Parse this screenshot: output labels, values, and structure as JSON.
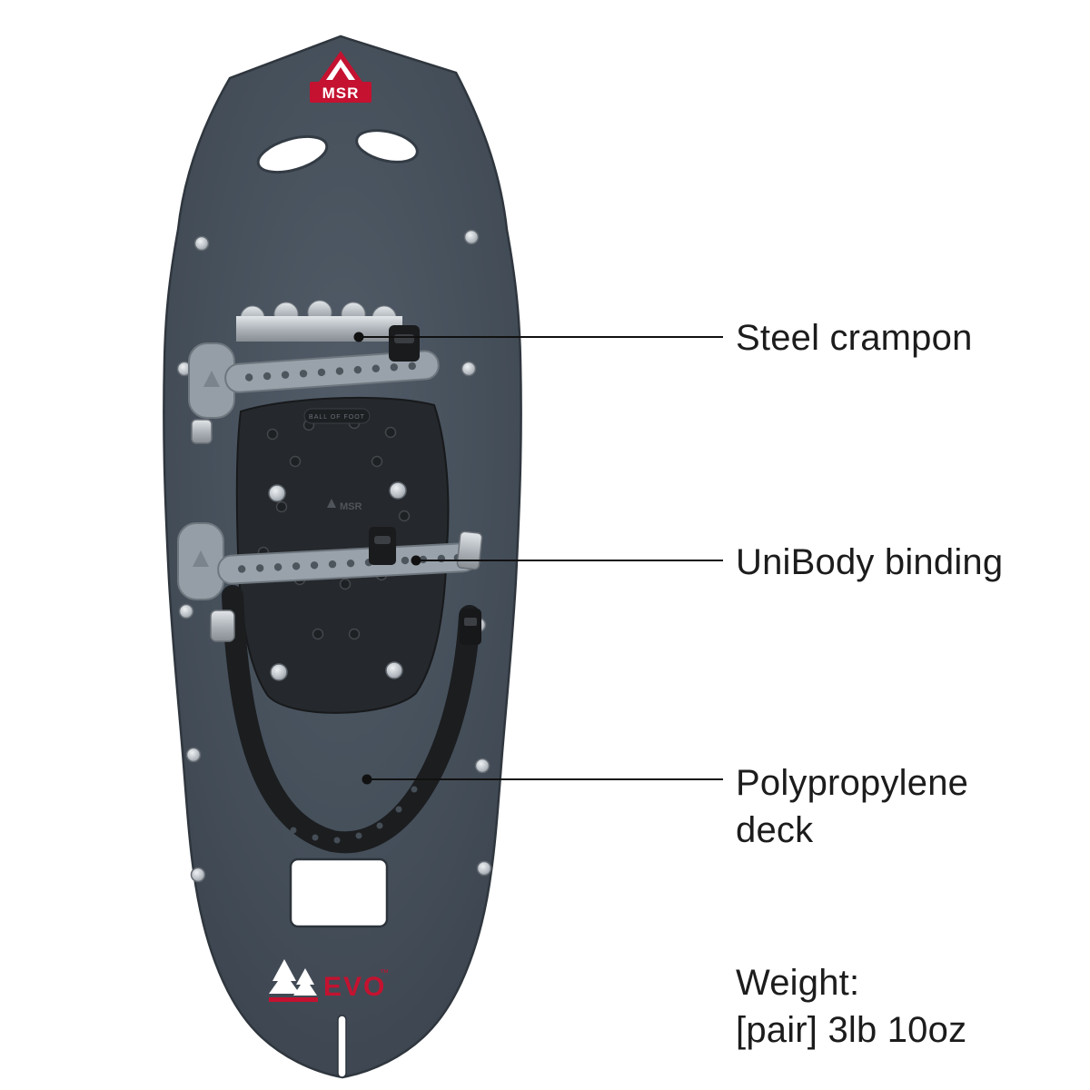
{
  "product": {
    "brand_logo": "MSR",
    "model_logo": "EVO",
    "trademark": "™",
    "embossed_text": "BALL OF FOOT",
    "binding_logo": "MSR"
  },
  "annotations": {
    "crampon_label": "Steel crampon",
    "binding_label": "UniBody binding",
    "deck_label": "Polypropylene deck",
    "weight_title": "Weight:",
    "weight_value": "[pair] 3lb 10oz"
  },
  "colors": {
    "deck": "#46505b",
    "deck_edge": "#2f363e",
    "accent_red": "#c41230",
    "strap_gray": "#99a1aa",
    "binding_black": "#25282c",
    "metal": "#c6cbd0",
    "text": "#1c1c1c",
    "callout_line": "#111111",
    "background": "#ffffff"
  }
}
